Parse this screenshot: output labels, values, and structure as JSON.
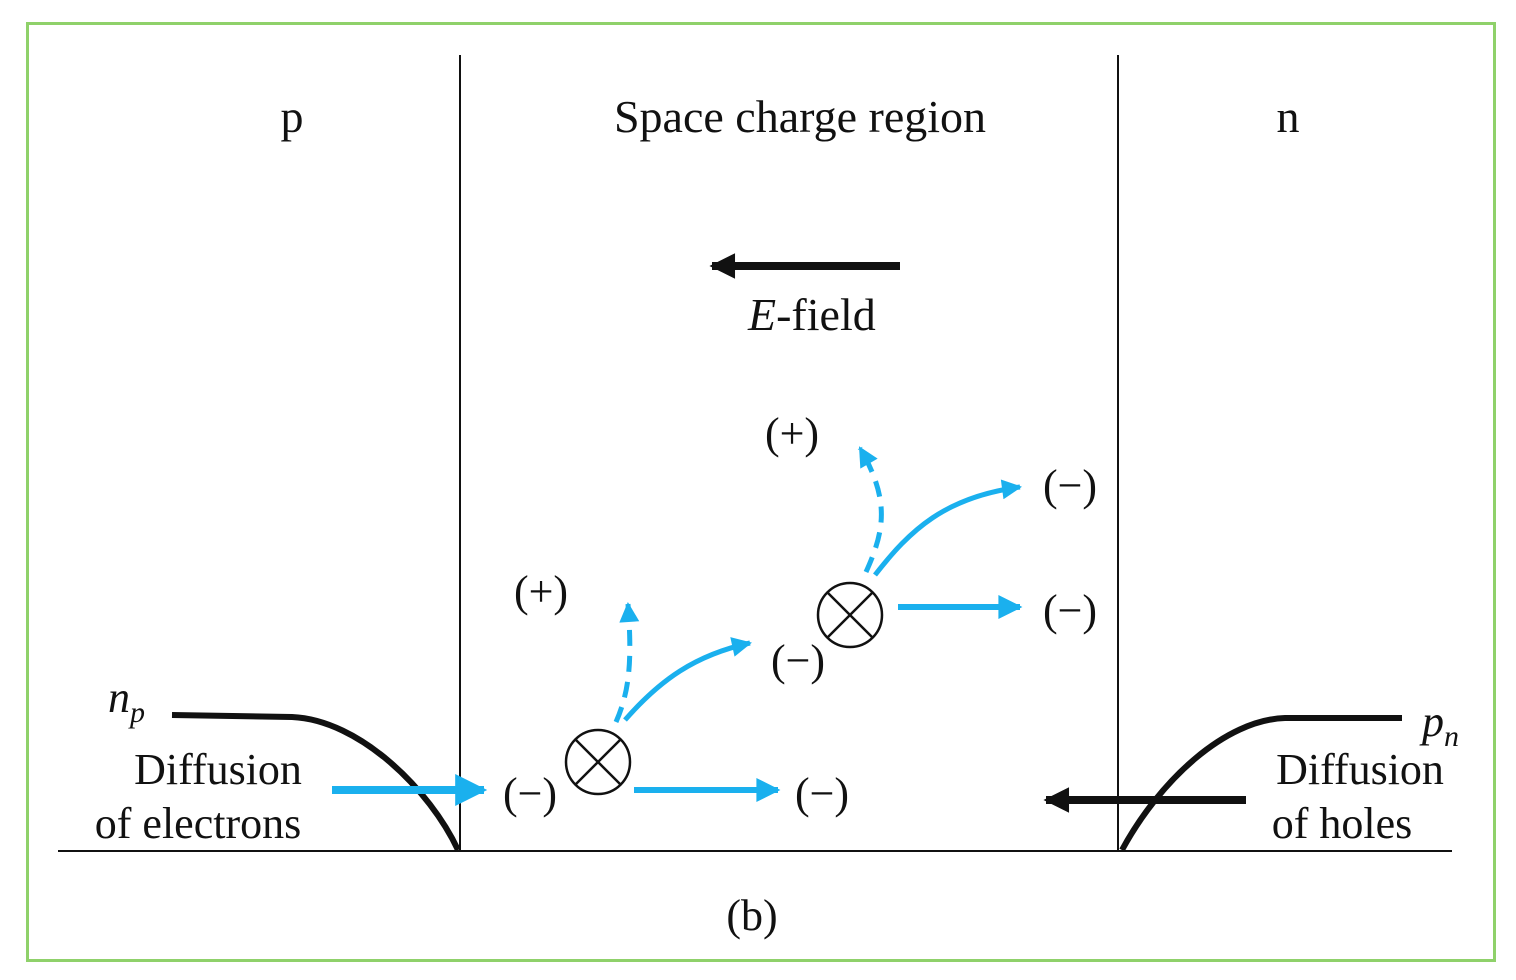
{
  "labels": {
    "p_region": "p",
    "space_charge_region": "Space charge region",
    "n_region": "n",
    "e_field": "-field",
    "e_field_symbol": "E",
    "np_base": "n",
    "np_sub": "p",
    "pn_base": "p",
    "pn_sub": "n",
    "diffusion_electrons_line1": "Diffusion",
    "diffusion_electrons_line2": "of electrons",
    "diffusion_holes_line1": "Diffusion",
    "diffusion_holes_line2": "of holes",
    "caption": "(b)"
  },
  "charges": {
    "plus_upper": "(+)",
    "plus_lower": "(+)",
    "minus_upper_right": "(−)",
    "minus_mid_right": "(−)",
    "minus_mid": "(−)",
    "minus_left": "(−)",
    "minus_bottom": "(−)"
  },
  "colors": {
    "accent_arrow": "#1ab0ee",
    "line": "#111111",
    "frame_border": "#8fd16a"
  }
}
